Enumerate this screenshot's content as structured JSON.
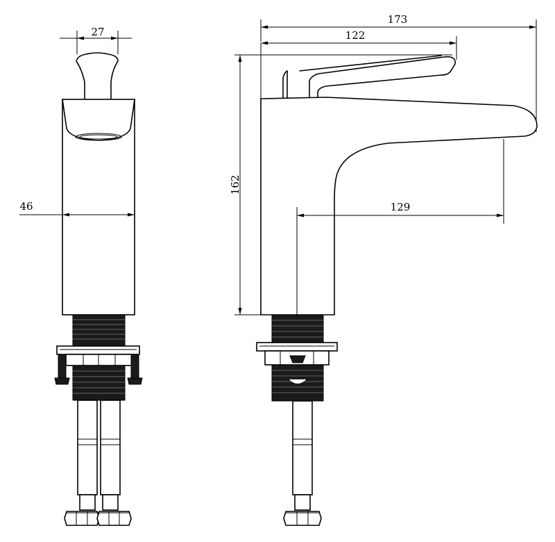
{
  "dimensions": {
    "handle_width": "27",
    "body_width": "46",
    "overall_length": "173",
    "lever_length": "122",
    "height": "162",
    "spout_reach": "129"
  }
}
